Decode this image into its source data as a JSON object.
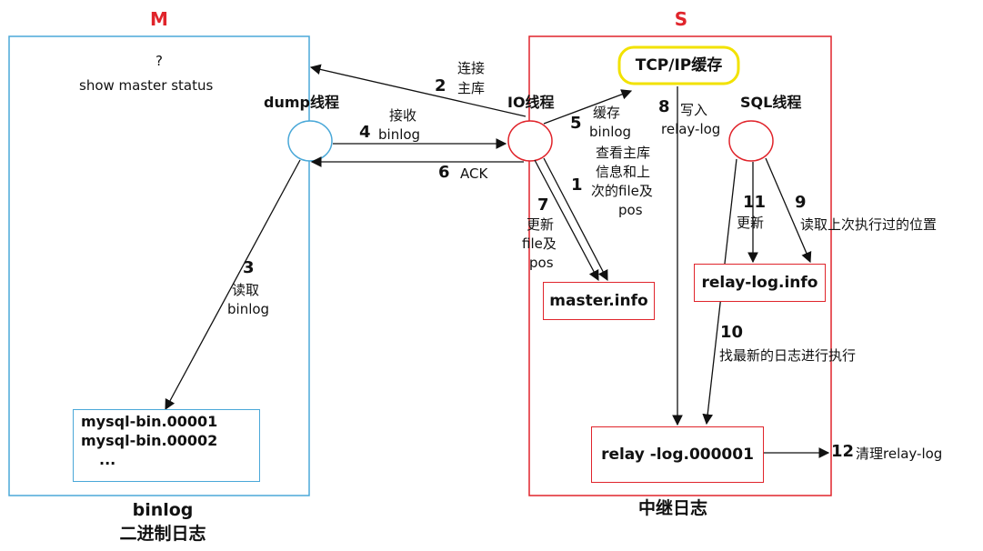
{
  "master": {
    "heading": "M",
    "question_mark": "?",
    "show_master_status": "show master status",
    "dump_thread": "dump线程",
    "binlog_files": [
      "mysql-bin.00001",
      "mysql-bin.00002",
      "..."
    ],
    "footer_line1": "binlog",
    "footer_line2": "二进制日志"
  },
  "slave": {
    "heading": "S",
    "tcp_cache": "TCP/IP缓存",
    "io_thread": "IO线程",
    "sql_thread": "SQL线程",
    "master_info": "master.info",
    "relay_log_info": "relay-log.info",
    "relay_log_file": "relay -log.000001",
    "footer": "中继日志"
  },
  "steps": {
    "s1": {
      "num": "1",
      "text": [
        "查看主库",
        "信息和上",
        "次的file及",
        "pos"
      ]
    },
    "s2": {
      "num": "2",
      "text": [
        "连接",
        "主库"
      ]
    },
    "s3": {
      "num": "3",
      "text": [
        "读取",
        "binlog"
      ]
    },
    "s4": {
      "num": "4",
      "text": [
        "接收",
        "binlog"
      ]
    },
    "s5": {
      "num": "5",
      "text": [
        "缓存",
        "binlog"
      ]
    },
    "s6": {
      "num": "6",
      "text": [
        "ACK"
      ]
    },
    "s7": {
      "num": "7",
      "text": [
        "更新",
        "file及",
        "pos"
      ]
    },
    "s8": {
      "num": "8",
      "text": [
        "写入",
        "relay-log"
      ]
    },
    "s9": {
      "num": "9",
      "text": [
        "读取上次执行过的位置"
      ]
    },
    "s10": {
      "num": "10",
      "text": [
        "找最新的日志进行执行"
      ]
    },
    "s11": {
      "num": "11",
      "text": [
        "更新"
      ]
    },
    "s12": {
      "num": "12",
      "text": [
        "清理relay-log"
      ]
    }
  },
  "colors": {
    "master_border": "#4aa8d8",
    "slave_border": "#e0242b",
    "heading": "#e0242b",
    "tcp_border": "#f2e200",
    "arrow": "#111111"
  }
}
